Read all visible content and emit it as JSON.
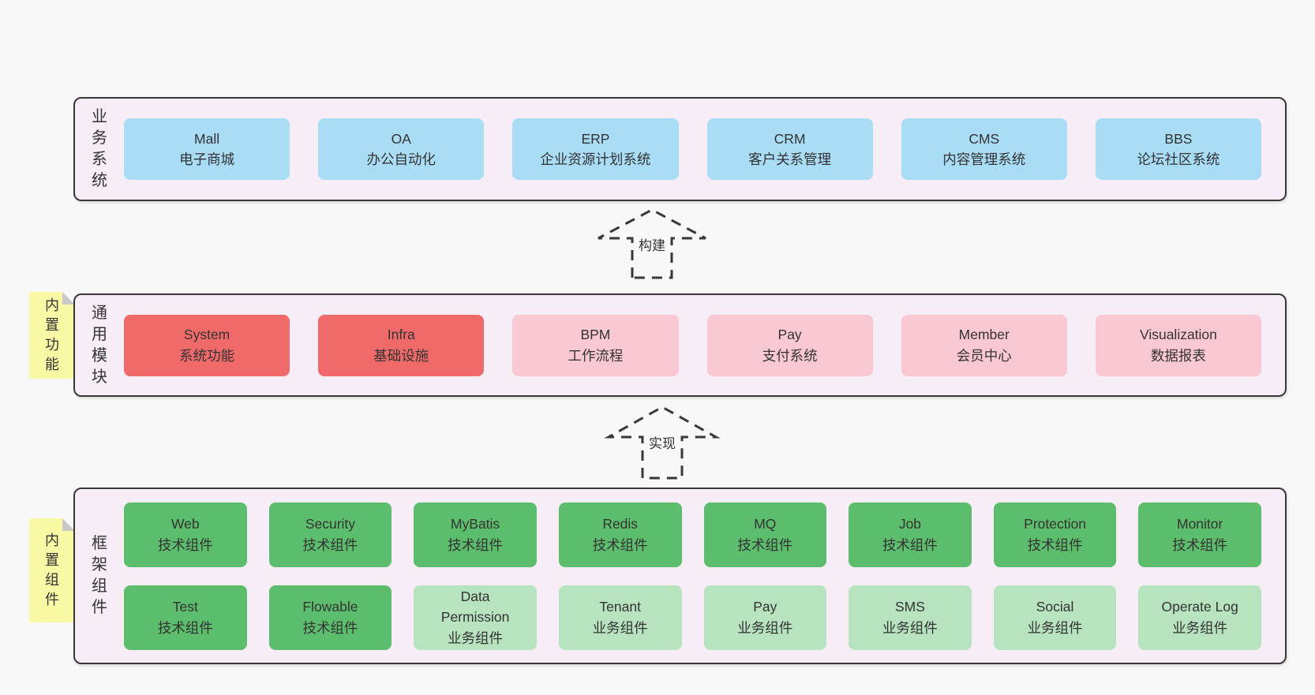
{
  "colors": {
    "page_bg": "#f8f8f8",
    "band_bg": "#f7edf6",
    "band_border": "#383838",
    "text": "#333333",
    "blue": "#a9dcf5",
    "red": "#f16a6a",
    "pink": "#fac8d2",
    "green": "#5cbe6d",
    "light_green": "#b7e3bf",
    "sticky_bg": "#f9f9a5",
    "sticky_fold": "#c9c9c9"
  },
  "arrows": [
    {
      "label": "构建"
    },
    {
      "label": "实现"
    }
  ],
  "bands": [
    {
      "label": "业务系统",
      "rows": [
        [
          {
            "title": "Mall",
            "subtitle": "电子商城",
            "variant": "blue"
          },
          {
            "title": "OA",
            "subtitle": "办公自动化",
            "variant": "blue"
          },
          {
            "title": "ERP",
            "subtitle": "企业资源计划系统",
            "variant": "blue"
          },
          {
            "title": "CRM",
            "subtitle": "客户关系管理",
            "variant": "blue"
          },
          {
            "title": "CMS",
            "subtitle": "内容管理系统",
            "variant": "blue"
          },
          {
            "title": "BBS",
            "subtitle": "论坛社区系统",
            "variant": "blue"
          }
        ]
      ]
    },
    {
      "label": "通用模块",
      "sticky": "内置功能",
      "rows": [
        [
          {
            "title": "System",
            "subtitle": "系统功能",
            "variant": "red"
          },
          {
            "title": "Infra",
            "subtitle": "基础设施",
            "variant": "red"
          },
          {
            "title": "BPM",
            "subtitle": "工作流程",
            "variant": "pink"
          },
          {
            "title": "Pay",
            "subtitle": "支付系统",
            "variant": "pink"
          },
          {
            "title": "Member",
            "subtitle": "会员中心",
            "variant": "pink"
          },
          {
            "title": "Visualization",
            "subtitle": "数据报表",
            "variant": "pink"
          }
        ]
      ]
    },
    {
      "label": "框架组件",
      "sticky": "内置组件",
      "rows": [
        [
          {
            "title": "Web",
            "subtitle": "技术组件",
            "variant": "green"
          },
          {
            "title": "Security",
            "subtitle": "技术组件",
            "variant": "green"
          },
          {
            "title": "MyBatis",
            "subtitle": "技术组件",
            "variant": "green"
          },
          {
            "title": "Redis",
            "subtitle": "技术组件",
            "variant": "green"
          },
          {
            "title": "MQ",
            "subtitle": "技术组件",
            "variant": "green"
          },
          {
            "title": "Job",
            "subtitle": "技术组件",
            "variant": "green"
          },
          {
            "title": "Protection",
            "subtitle": "技术组件",
            "variant": "green"
          },
          {
            "title": "Monitor",
            "subtitle": "技术组件",
            "variant": "green"
          }
        ],
        [
          {
            "title": "Test",
            "subtitle": "技术组件",
            "variant": "green"
          },
          {
            "title": "Flowable",
            "subtitle": "技术组件",
            "variant": "green"
          },
          {
            "title": "Data Permission",
            "subtitle": "业务组件",
            "variant": "light_green"
          },
          {
            "title": "Tenant",
            "subtitle": "业务组件",
            "variant": "light_green"
          },
          {
            "title": "Pay",
            "subtitle": "业务组件",
            "variant": "light_green"
          },
          {
            "title": "SMS",
            "subtitle": "业务组件",
            "variant": "light_green"
          },
          {
            "title": "Social",
            "subtitle": "业务组件",
            "variant": "light_green"
          },
          {
            "title": "Operate Log",
            "subtitle": "业务组件",
            "variant": "light_green"
          }
        ]
      ]
    }
  ]
}
